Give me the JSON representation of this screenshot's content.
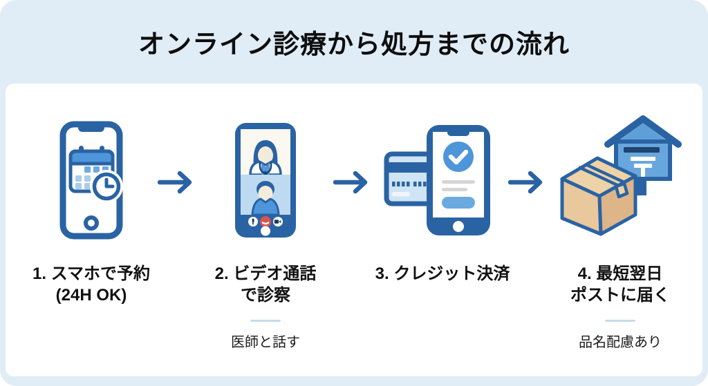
{
  "title": "オンライン診療から処方までの流れ",
  "steps": [
    {
      "icon": "smartphone-calendar-icon",
      "label_line1": "1. スマホで予約",
      "label_line2": "(24H OK)"
    },
    {
      "icon": "video-call-phone-icon",
      "label_line1": "2. ビデオ通話",
      "label_line2": "で診察",
      "subtitle": "医師と話す"
    },
    {
      "icon": "credit-card-payment-icon",
      "label_line1": "3. クレジット決済"
    },
    {
      "icon": "package-mailbox-icon",
      "label_line1": "4. 最短翌日",
      "label_line2": "ポストに届く",
      "subtitle": "品名配慮あり"
    }
  ],
  "colors": {
    "header_bg": "#e0edf7",
    "panel_bg": "#ffffff",
    "outline_blue": "#2a63a3",
    "mid_blue": "#4e95d9",
    "light_blue_fill": "#cfe4f5",
    "video_bg_blue": "#bedaf1",
    "hangup_red": "#d9534f",
    "box_tan": "#e8c89c",
    "divider": "#c6dbe8",
    "text": "#111111"
  }
}
